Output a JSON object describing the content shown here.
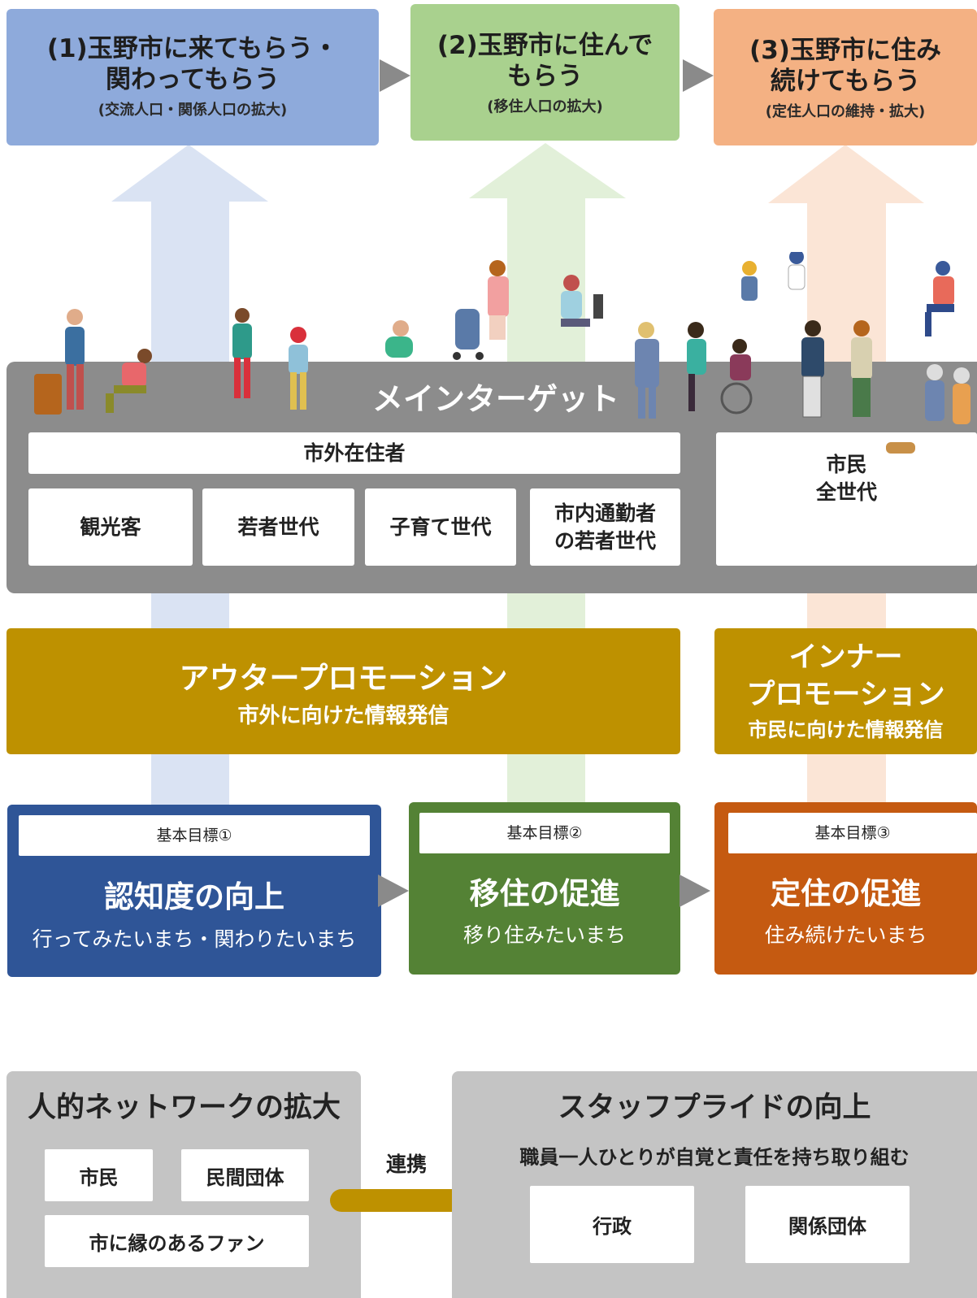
{
  "goals": [
    {
      "main": "(1)玉野市に来てもらう・\n関わってもらう",
      "sub": "(交流人口・関係人口の拡大)",
      "color": "#8eaadb"
    },
    {
      "main": "(2)玉野市に住んで\nもらう",
      "sub": "(移住人口の拡大)",
      "color": "#a9d18e"
    },
    {
      "main": "(3)玉野市に住み\n続けてもらう",
      "sub": "(定住人口の維持・拡大)",
      "color": "#f4b183"
    }
  ],
  "target": {
    "title": "メインターゲット",
    "outside_header": "市外在住者",
    "outside_items": [
      "観光客",
      "若者世代",
      "子育て世代",
      "市内通勤者\nの若者世代"
    ],
    "citizens": "市民\n全世代"
  },
  "promotions": {
    "outer": {
      "title": "アウタープロモーション",
      "sub": "市外に向けた情報発信"
    },
    "inner": {
      "title": "インナー\nプロモーション",
      "sub": "市民に向けた情報発信"
    }
  },
  "objectives": [
    {
      "tag": "基本目標①",
      "title": "認知度の向上",
      "desc": "行ってみたいまち・関わりたいまち",
      "color": "#2f5597"
    },
    {
      "tag": "基本目標②",
      "title": "移住の促進",
      "desc": "移り住みたいまち",
      "color": "#548235"
    },
    {
      "tag": "基本目標③",
      "title": "定住の促進",
      "desc": "住み続けたいまち",
      "color": "#c55a11"
    }
  ],
  "network": {
    "title": "人的ネットワークの拡大",
    "items": [
      "市民",
      "民間団体",
      "市に縁のあるファン"
    ]
  },
  "link_label": "連携",
  "staff": {
    "title": "スタッフプライドの向上",
    "sub": "職員一人ひとりが自覚と責任を持ち取り組む",
    "items": [
      "行政",
      "関係団体"
    ]
  }
}
